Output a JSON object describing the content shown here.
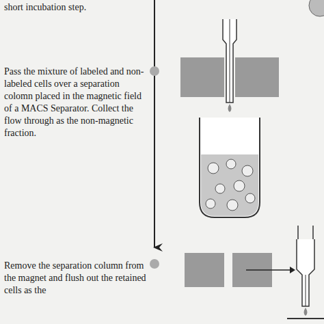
{
  "diagram": {
    "labels": [
      "short incubation step.",
      "Pass the mixture of labeled and non-labeled cells over a separation colomn placed in the magnetic field of a MACS Separator. Collect the flow through as the non-magnetic fraction.",
      "Remove the separation column from the magnet and flush out the retained cells as the"
    ]
  }
}
